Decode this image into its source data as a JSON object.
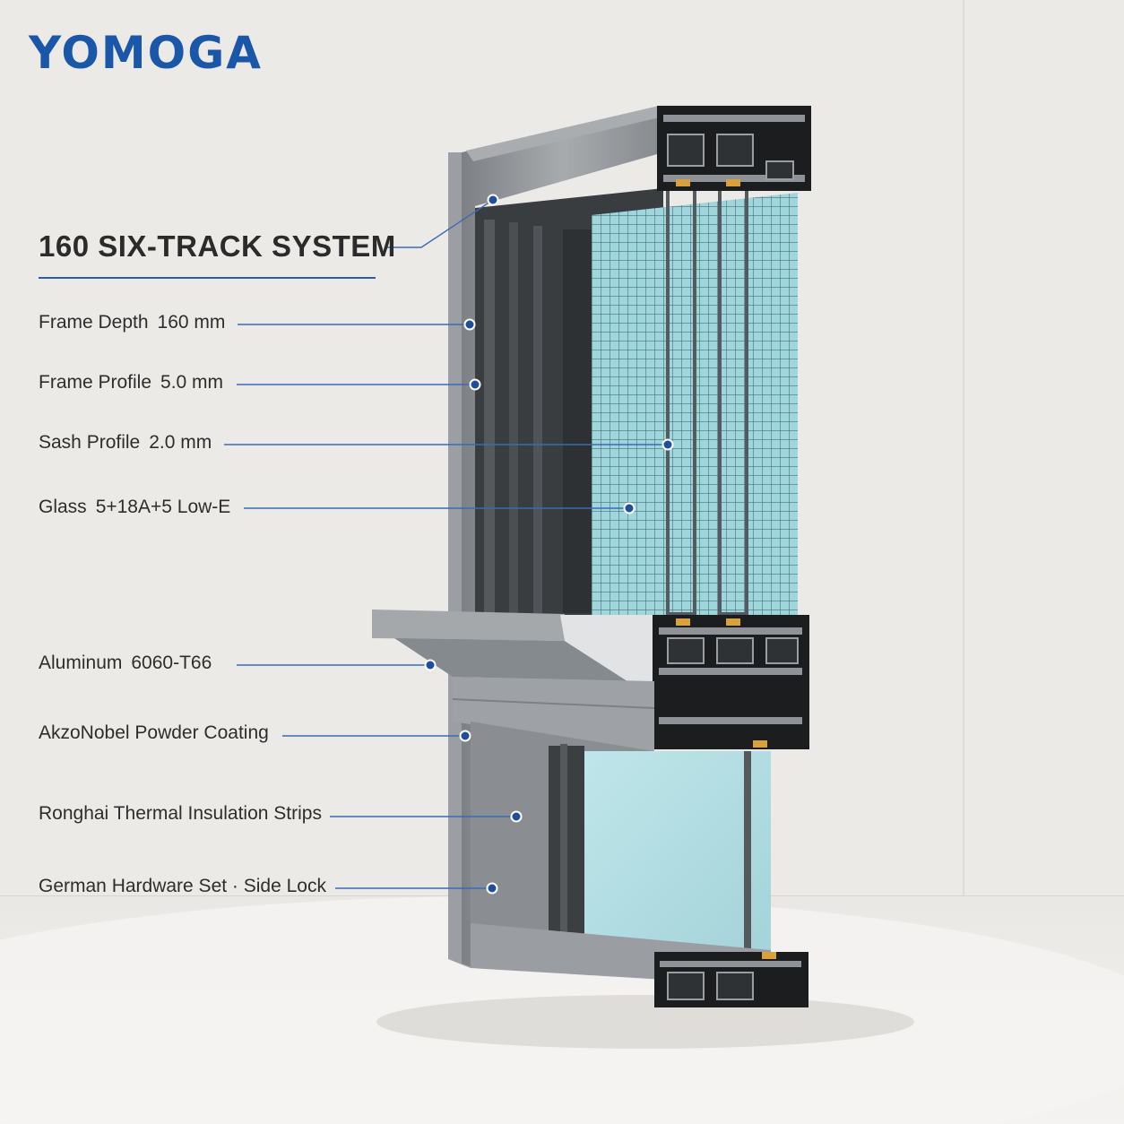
{
  "brand": {
    "logo_text": "YOMOGA"
  },
  "title": "160 SIX-TRACK SYSTEM",
  "specs": [
    {
      "label": "Frame Depth",
      "value": "160 mm"
    },
    {
      "label": "Frame Profile",
      "value": "5.0 mm"
    },
    {
      "label": "Sash Profile",
      "value": "2.0 mm"
    },
    {
      "label": "Glass",
      "value": "5+18A+5 Low-E"
    },
    {
      "label": "Aluminum",
      "value": "6060-T66"
    },
    {
      "label": "AkzoNobel Powder Coating",
      "value": ""
    },
    {
      "label": "Ronghai Thermal Insulation Strips",
      "value": ""
    },
    {
      "label": "German Hardware Set · Side Lock",
      "value": ""
    }
  ],
  "colors": {
    "brand": "#1b57a8",
    "rule": "#2c5da6",
    "frame": "#8e9296",
    "glass": "#a8dbe0"
  }
}
